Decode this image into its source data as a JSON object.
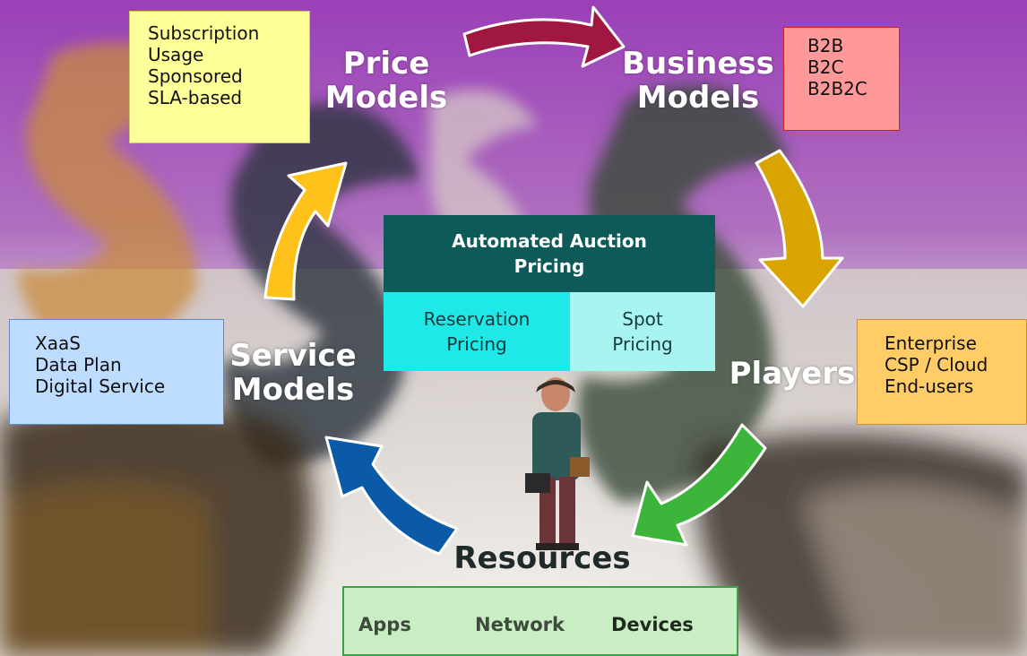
{
  "diagram": {
    "price_models": {
      "label": "Price\nModels",
      "items": [
        "Subscription",
        "Usage",
        "Sponsored",
        "SLA-based"
      ]
    },
    "business_models": {
      "label": "Business\nModels",
      "items": [
        "B2B",
        "B2C",
        "B2B2C"
      ]
    },
    "players": {
      "label": "Players",
      "items": [
        "Enterprise",
        "CSP / Cloud",
        "End-users"
      ]
    },
    "resources": {
      "label": "Resources",
      "items": [
        "Apps",
        "Network",
        "Devices"
      ]
    },
    "service_models": {
      "label": "Service\nModels",
      "items": [
        "XaaS",
        "Data Plan",
        "Digital Service"
      ]
    },
    "auction": {
      "title": "Automated Auction Pricing",
      "left": "Reservation Pricing",
      "right": "Spot Pricing"
    }
  },
  "colors": {
    "price_box": "#ffff99",
    "business_box": "#ff9999",
    "players_box": "#ffcc66",
    "service_box": "#bddcff",
    "resources_box": "#c9eec4",
    "auction_head": "#0d5a58",
    "auction_left": "#1ee8e8",
    "auction_right": "#a8f4f0",
    "arrow_price_business": "#a01840",
    "arrow_business_players": "#d9a400",
    "arrow_players_resources": "#3db43a",
    "arrow_resources_service": "#0a5aa8",
    "arrow_service_price": "#ffc21a"
  }
}
